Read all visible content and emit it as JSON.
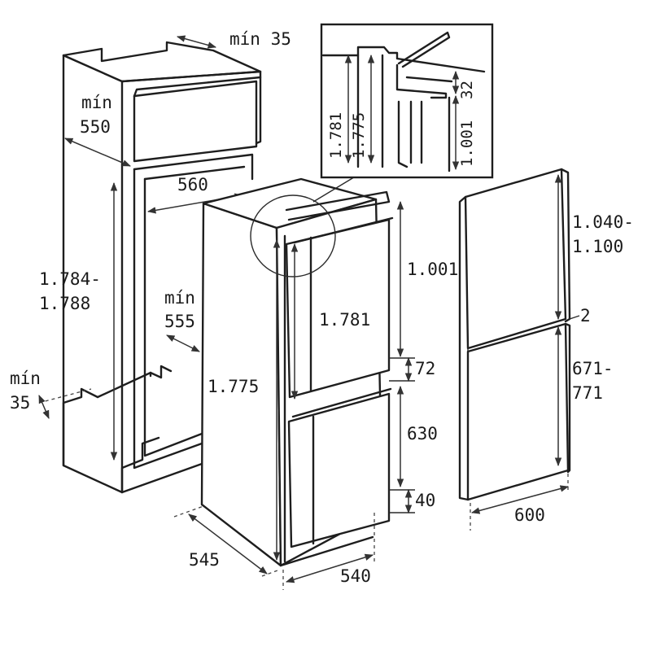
{
  "labels": {
    "min35_top": "mín 35",
    "min550_a": "mín",
    "min550_b": "550",
    "w560": "560",
    "h1784_a": "1.784-",
    "h1784_b": "1.788",
    "min555_a": "mín",
    "min555_b": "555",
    "min35_left_a": "mín",
    "min35_left_b": "35",
    "d545": "545",
    "h1775": "1.775",
    "h1781_door": "1.781",
    "h1001": "1.001",
    "h72": "72",
    "h630": "630",
    "h40": "40",
    "w540": "540",
    "detail_1781": "1.781",
    "detail_1775": "1.775",
    "detail_1001": "1.001",
    "detail_32": "32",
    "h1040_a": "1.040-",
    "h1040_b": "1.100",
    "gap2": "2",
    "h671_a": "671-",
    "h671_b": "771",
    "w600": "600"
  }
}
